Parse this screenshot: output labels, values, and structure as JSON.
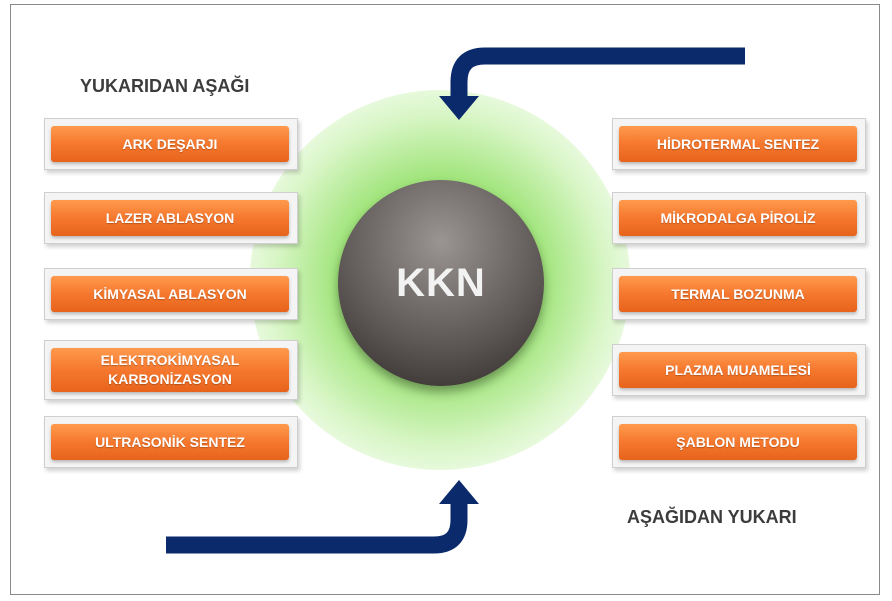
{
  "center": {
    "label": "KKN"
  },
  "top_down": {
    "heading": "YUKARIDAN AŞAĞI",
    "methods": [
      {
        "lines": [
          "ARK DEŞARJI"
        ]
      },
      {
        "lines": [
          "LAZER ABLASYON"
        ]
      },
      {
        "lines": [
          "KİMYASAL ABLASYON"
        ]
      },
      {
        "lines": [
          "ELEKTROKİMYASAL",
          "KARBONİZASYON"
        ]
      },
      {
        "lines": [
          "ULTRASONİK SENTEZ"
        ]
      }
    ]
  },
  "bottom_up": {
    "heading": "AŞAĞIDAN YUKARI",
    "methods": [
      {
        "lines": [
          "HİDROTERMAL SENTEZ"
        ]
      },
      {
        "lines": [
          "MİKRODALGA PİROLİZ"
        ]
      },
      {
        "lines": [
          "TERMAL BOZUNMA"
        ]
      },
      {
        "lines": [
          "PLAZMA MUAMELESİ"
        ]
      },
      {
        "lines": [
          "ŞABLON METODU"
        ]
      }
    ]
  },
  "colors": {
    "box_orange": "#f5782e",
    "arrow_navy": "#0b2a6b",
    "glow_green": "#7ed04a",
    "sphere_gray": "#5b5553"
  }
}
